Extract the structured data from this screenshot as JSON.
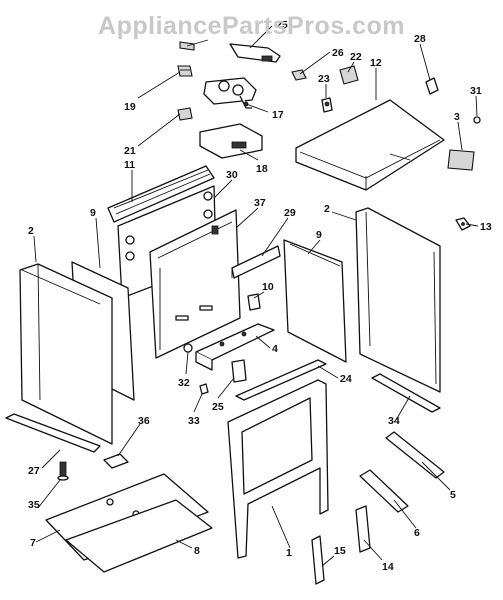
{
  "watermark": "AppliancePartsPros.com",
  "callouts": [
    {
      "id": "c1",
      "text": "1"
    },
    {
      "id": "c2a",
      "text": "2"
    },
    {
      "id": "c2b",
      "text": "2"
    },
    {
      "id": "c3",
      "text": "3"
    },
    {
      "id": "c4",
      "text": "4"
    },
    {
      "id": "c5",
      "text": "5"
    },
    {
      "id": "c6",
      "text": "6"
    },
    {
      "id": "c7",
      "text": "7"
    },
    {
      "id": "c8",
      "text": "8"
    },
    {
      "id": "c9a",
      "text": "9"
    },
    {
      "id": "c9b",
      "text": "9"
    },
    {
      "id": "c10",
      "text": "10"
    },
    {
      "id": "c11",
      "text": "11"
    },
    {
      "id": "c12",
      "text": "12"
    },
    {
      "id": "c13",
      "text": "13"
    },
    {
      "id": "c14",
      "text": "14"
    },
    {
      "id": "c15a",
      "text": "15"
    },
    {
      "id": "c15b",
      "text": "15"
    },
    {
      "id": "c17",
      "text": "17"
    },
    {
      "id": "c18",
      "text": "18"
    },
    {
      "id": "c19",
      "text": "19"
    },
    {
      "id": "c21",
      "text": "21"
    },
    {
      "id": "c22",
      "text": "22"
    },
    {
      "id": "c23",
      "text": "23"
    },
    {
      "id": "c24",
      "text": "24"
    },
    {
      "id": "c25",
      "text": "25"
    },
    {
      "id": "c26",
      "text": "26"
    },
    {
      "id": "c27",
      "text": "27"
    },
    {
      "id": "c28",
      "text": "28"
    },
    {
      "id": "c29",
      "text": "29"
    },
    {
      "id": "c30",
      "text": "30"
    },
    {
      "id": "c31",
      "text": "31"
    },
    {
      "id": "c32",
      "text": "32"
    },
    {
      "id": "c33",
      "text": "33"
    },
    {
      "id": "c34",
      "text": "34"
    },
    {
      "id": "c35",
      "text": "35"
    },
    {
      "id": "c36",
      "text": "36"
    },
    {
      "id": "c37",
      "text": "37"
    }
  ]
}
